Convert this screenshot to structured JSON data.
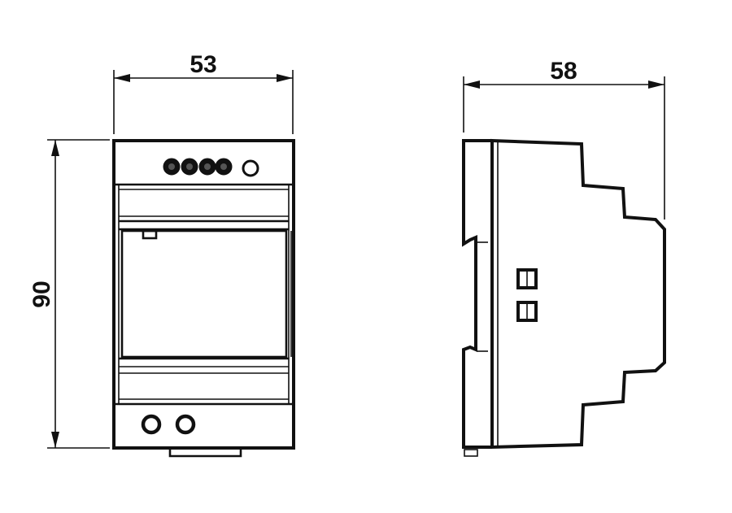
{
  "dimensions": {
    "front_width": "53",
    "front_height": "90",
    "side_depth": "58"
  },
  "colors": {
    "line": "#111111",
    "background": "#ffffff"
  }
}
